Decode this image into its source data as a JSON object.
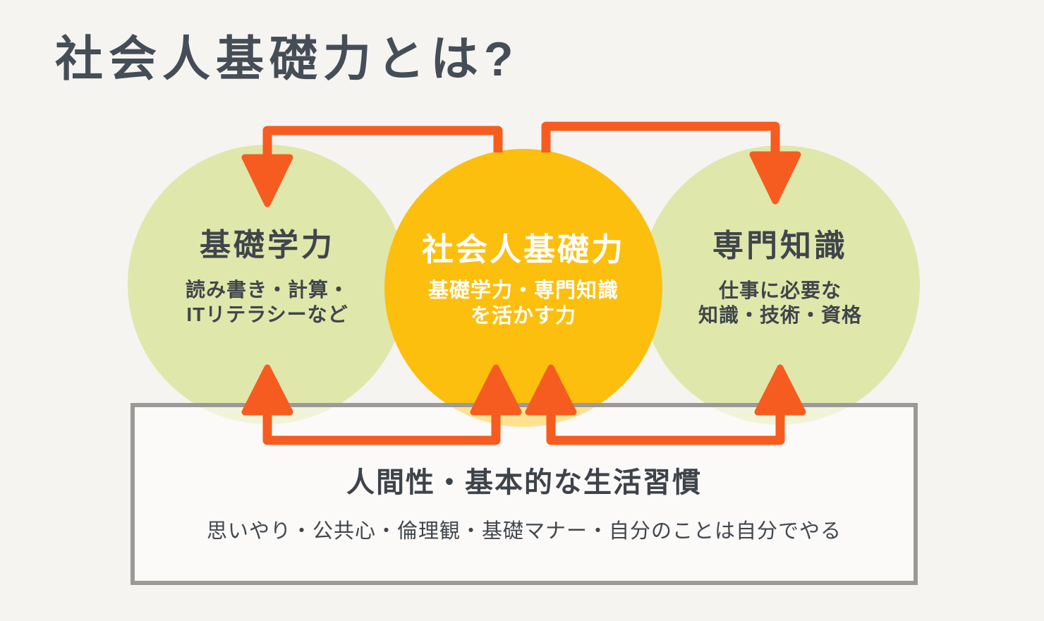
{
  "title": "社会人基礎力とは?",
  "circles": [
    {
      "id": "basic-academics",
      "heading": "基礎学力",
      "sub_lines": [
        "読み書き・計算・",
        "ITリテラシーなど"
      ]
    },
    {
      "id": "core-competency",
      "heading": "社会人基礎力",
      "sub_lines": [
        "基礎学力・専門知識",
        "を活かす力"
      ]
    },
    {
      "id": "expertise",
      "heading": "専門知識",
      "sub_lines": [
        "仕事に必要な",
        "知識・技術・資格"
      ]
    }
  ],
  "foundation_box": {
    "heading": "人間性・基本的な生活習慣",
    "description": "思いやり・公共心・倫理観・基礎マナー・自分のことは自分でやる"
  },
  "arrows": [
    {
      "direction": "down",
      "from": "社会人基礎力",
      "to": "基礎学力"
    },
    {
      "direction": "down",
      "from": "社会人基礎力",
      "to": "専門知識"
    },
    {
      "direction": "up",
      "from": "人間性・基本的な生活習慣",
      "to": "基礎学力"
    },
    {
      "direction": "up",
      "from": "人間性・基本的な生活習慣",
      "to": "社会人基礎力"
    },
    {
      "direction": "up",
      "from": "人間性・基本的な生活習慣",
      "to": "社会人基礎力"
    },
    {
      "direction": "up",
      "from": "人間性・基本的な生活習慣",
      "to": "専門知識"
    }
  ],
  "colors": {
    "background": "#f6f4f1",
    "circle_green": "#dfe7ab",
    "circle_orange": "#fcbf0e",
    "arrow_orange": "#f65c1f",
    "box_border_gray": "#9b9a99",
    "title_text": "#454d57",
    "body_text": "#40454b",
    "center_circle_text": "#ffffff"
  }
}
